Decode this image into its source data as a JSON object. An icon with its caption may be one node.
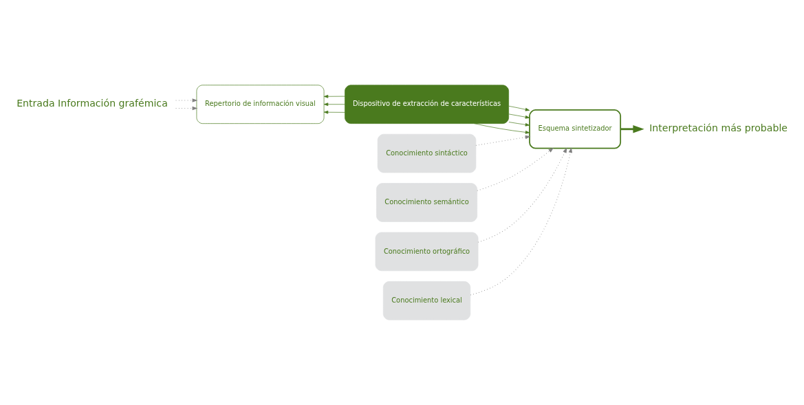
{
  "diagram": {
    "nodes": [
      {
        "text": [
          "Entrada Información grafémica"
        ]
      },
      {
        "text": [
          "Repertorio de información visual"
        ]
      },
      {
        "text": [
          "Dispositivo de extracción de características"
        ]
      },
      {
        "text": [
          "Esquema sintetizador"
        ]
      },
      {
        "text": [
          "Interpretación más probable"
        ]
      },
      {
        "text": [
          "Conocimiento sintáctico"
        ]
      },
      {
        "text": [
          "Conocimiento semántico"
        ]
      },
      {
        "text": [
          "Conocimiento ortográfico"
        ]
      },
      {
        "text": [
          "Conocimiento lexical"
        ]
      }
    ],
    "edges": [
      {
        "from": 0,
        "to": 1,
        "arrow": "to",
        "style": "dashed",
        "color": "#808080"
      },
      {
        "from": 0,
        "to": 1,
        "arrow": "to",
        "style": "dashed",
        "color": "#808080"
      },
      {
        "from": 2,
        "to": 1,
        "arrow": "to"
      },
      {
        "from": 2,
        "to": 1,
        "arrow": "to"
      },
      {
        "from": 2,
        "to": 1,
        "arrow": "to"
      },
      {
        "from": 2,
        "to": 3,
        "arrow": "to"
      },
      {
        "from": 2,
        "to": 3,
        "arrow": "to"
      },
      {
        "from": 2,
        "to": 3,
        "arrow": "to"
      },
      {
        "from": 2,
        "to": 3,
        "arrow": "to"
      },
      {
        "from": 3,
        "to": 4,
        "arrow": "to",
        "style": "thick"
      },
      {
        "from": 5,
        "to": 3,
        "arrow": "to",
        "style": "dashed",
        "color": "#808080"
      },
      {
        "from": 6,
        "to": 3,
        "arrow": "to",
        "style": "dashed",
        "color": "#808080"
      },
      {
        "from": 7,
        "to": 3,
        "arrow": "to",
        "style": "dashed",
        "color": "#808080"
      },
      {
        "from": 8,
        "to": 3,
        "arrow": "to",
        "style": "dashed",
        "color": "#808080"
      }
    ]
  }
}
